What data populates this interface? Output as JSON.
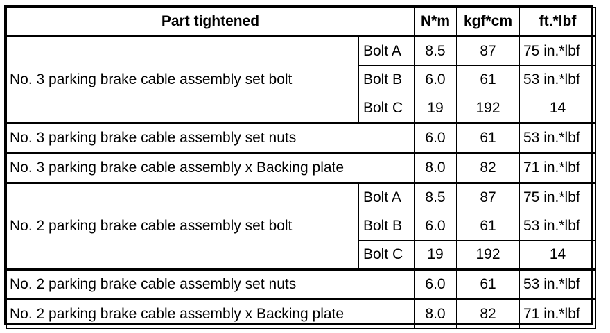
{
  "table": {
    "headers": {
      "part": "Part tightened",
      "nm": "N*m",
      "kgf": "kgf*cm",
      "ft": "ft.*lbf"
    },
    "groups": [
      {
        "part": "No. 3 parking brake cable assembly set bolt",
        "rows": [
          {
            "bolt": "Bolt A",
            "nm": "8.5",
            "kgf": "87",
            "ft": "75 in.*lbf"
          },
          {
            "bolt": "Bolt B",
            "nm": "6.0",
            "kgf": "61",
            "ft": "53 in.*lbf"
          },
          {
            "bolt": "Bolt C",
            "nm": "19",
            "kgf": "192",
            "ft": "14"
          }
        ]
      },
      {
        "part": "No. 3 parking brake cable assembly set nuts",
        "rows": [
          {
            "bolt": "",
            "nm": "6.0",
            "kgf": "61",
            "ft": "53 in.*lbf"
          }
        ]
      },
      {
        "part": "No. 3 parking brake cable assembly x Backing plate",
        "rows": [
          {
            "bolt": "",
            "nm": "8.0",
            "kgf": "82",
            "ft": "71 in.*lbf"
          }
        ]
      },
      {
        "part": "No. 2 parking brake cable assembly set bolt",
        "rows": [
          {
            "bolt": "Bolt A",
            "nm": "8.5",
            "kgf": "87",
            "ft": "75 in.*lbf"
          },
          {
            "bolt": "Bolt B",
            "nm": "6.0",
            "kgf": "61",
            "ft": "53 in.*lbf"
          },
          {
            "bolt": "Bolt C",
            "nm": "19",
            "kgf": "192",
            "ft": "14"
          }
        ]
      },
      {
        "part": "No. 2 parking brake cable assembly set nuts",
        "rows": [
          {
            "bolt": "",
            "nm": "6.0",
            "kgf": "61",
            "ft": "53 in.*lbf"
          }
        ]
      },
      {
        "part": "No. 2 parking brake cable assembly x Backing plate",
        "rows": [
          {
            "bolt": "",
            "nm": "8.0",
            "kgf": "82",
            "ft": "71 in.*lbf"
          }
        ]
      }
    ]
  }
}
